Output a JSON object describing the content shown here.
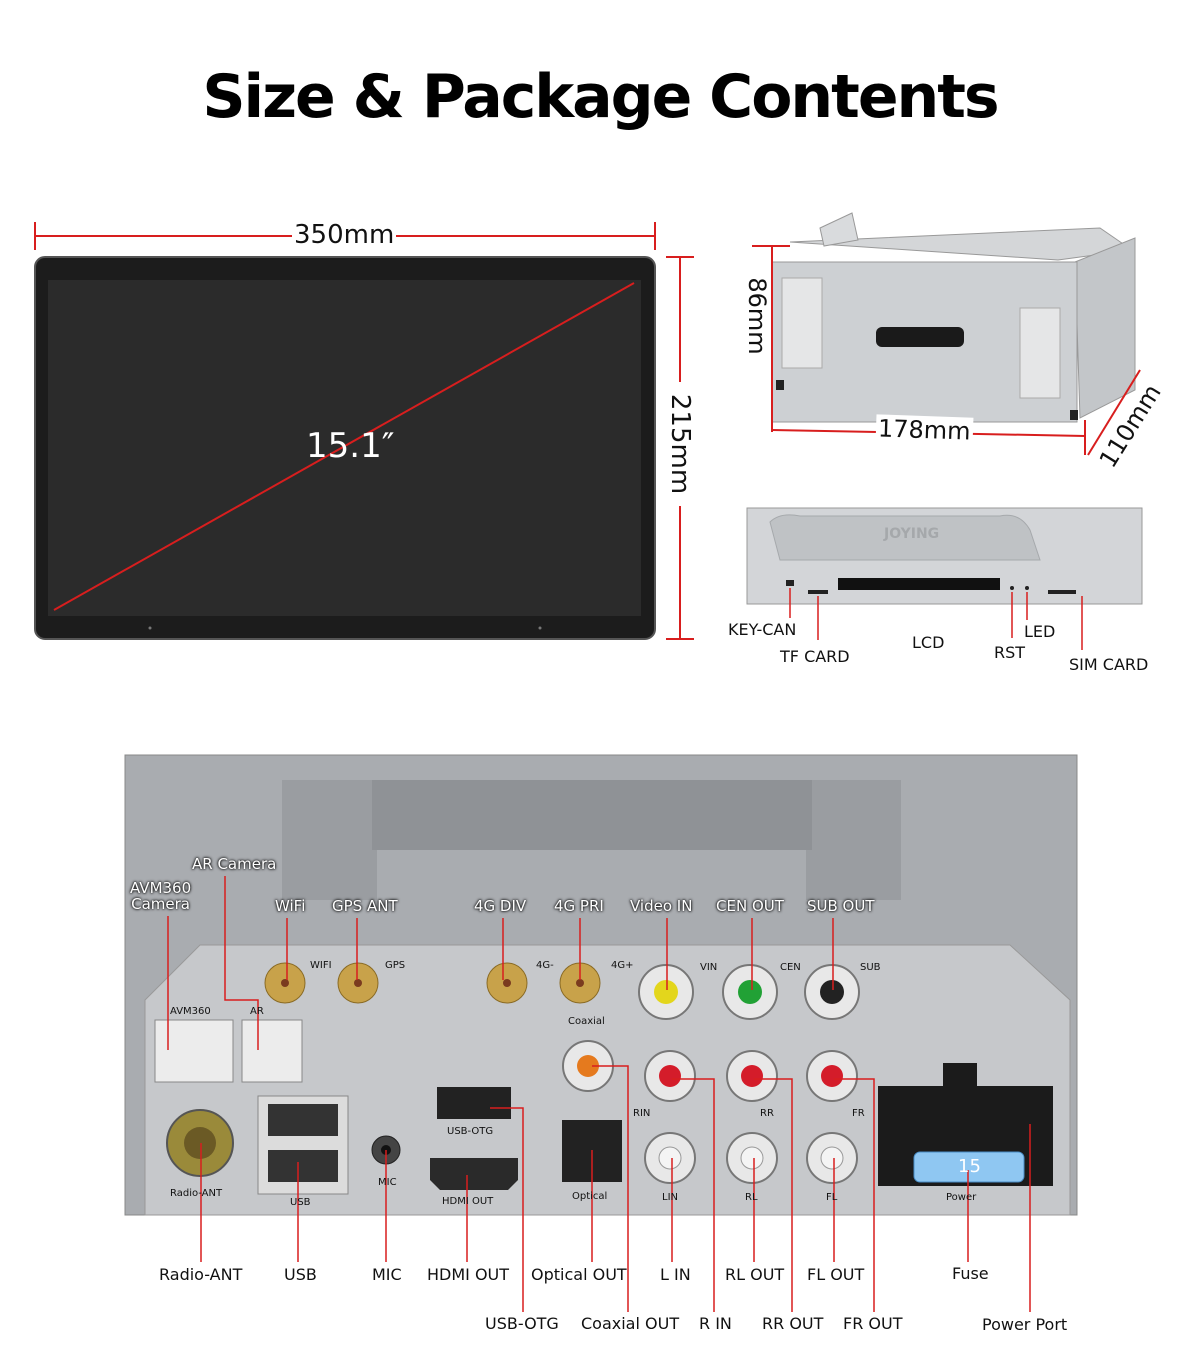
{
  "title": "Size & Package Contents",
  "screen": {
    "diagonal": "15.1″",
    "width": "350mm",
    "height": "215mm"
  },
  "chassis": {
    "height": "86mm",
    "width": "178mm",
    "depth": "110mm",
    "brand": "JOYING"
  },
  "front_ports": [
    "KEY-CAN",
    "TF CARD",
    "LCD",
    "RST",
    "LED",
    "SIM CARD"
  ],
  "panel_printed": {
    "wifi": "WIFI",
    "gps": "GPS",
    "g4m": "4G-",
    "g4p": "4G+",
    "vin": "VIN",
    "cen": "CEN",
    "sub": "SUB",
    "coaxial": "Coaxial",
    "avm360": "AVM360",
    "ar": "AR",
    "rin": "RIN",
    "rr": "RR",
    "fr": "FR",
    "usbotg": "USB-OTG",
    "radioant": "Radio-ANT",
    "usb": "USB",
    "mic": "MIC",
    "hdmi": "HDMI  OUT",
    "optical": "Optical",
    "lin": "LIN",
    "rl": "RL",
    "fl": "FL",
    "power": "Power",
    "fuse": "15"
  },
  "top_labels": {
    "ar_camera": "AR Camera",
    "avm360_camera": "AVM360\nCamera",
    "wifi": "WiFi",
    "gps_ant": "GPS ANT",
    "g4_div": "4G DIV",
    "g4_pri": "4G PRI",
    "video_in": "Video IN",
    "cen_out": "CEN OUT",
    "sub_out": "SUB OUT"
  },
  "bottom_labels": {
    "radio_ant": "Radio-ANT",
    "usb": "USB",
    "mic": "MIC",
    "hdmi_out": "HDMI OUT",
    "optical_out": "Optical OUT",
    "l_in": "L IN",
    "rl_out": "RL OUT",
    "fl_out": "FL OUT",
    "fuse": "Fuse",
    "usb_otg": "USB-OTG",
    "coaxial_out": "Coaxial OUT",
    "r_in": "R IN",
    "rr_out": "RR OUT",
    "fr_out": "FR OUT",
    "power_port": "Power Port"
  },
  "colors": {
    "dimension_line": "#d81e1e",
    "screen_bezel": "#1e1e1e",
    "screen_glass": "#2a2a2a",
    "metal": "#b9bcbf",
    "panel": "#c8cacc"
  }
}
